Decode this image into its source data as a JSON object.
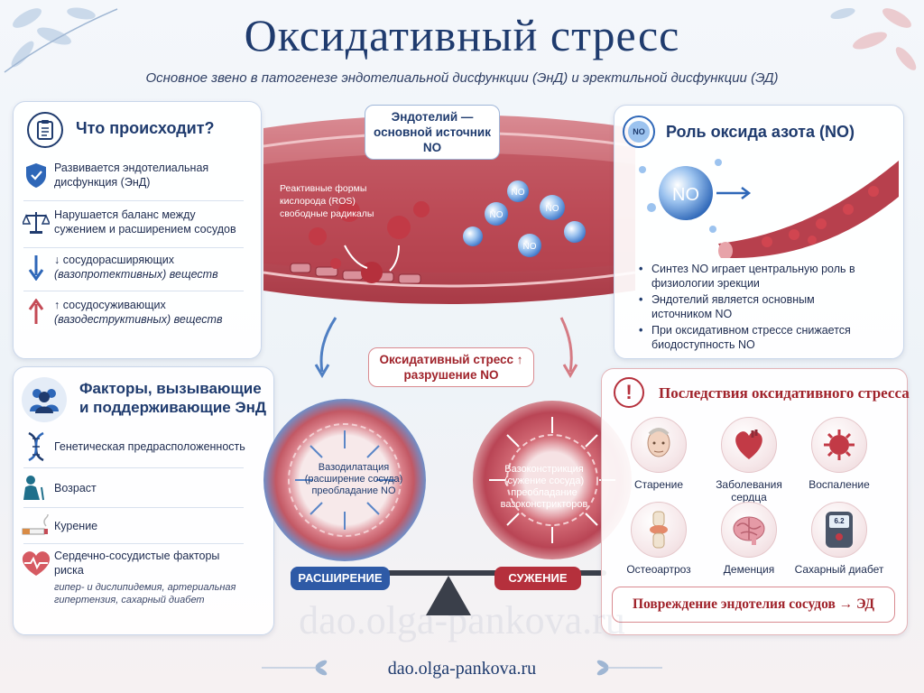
{
  "header": {
    "title": "Оксидативный стресс",
    "subtitle": "Основное звено в патогенезе эндотелиальной дисфункции (ЭнД) и эректильной дисфункции (ЭД)"
  },
  "what_happens": {
    "title": "Что происходит?",
    "items": [
      {
        "text": "Развивается эндотелиальная дисфункция (ЭнД)",
        "icon": "shield-icon"
      },
      {
        "text": "Нарушается баланс между сужением и расширением сосудов",
        "icon": "scales-icon"
      },
      {
        "prefix": "↓ сосудорасширяющих",
        "suffix": "(вазопротективных) веществ",
        "icon": "arrow-down-icon"
      },
      {
        "prefix": "↑ сосудосуживающих",
        "suffix": "(вазодеструктивных) веществ",
        "icon": "arrow-up-icon"
      }
    ]
  },
  "factors": {
    "title": "Факторы, вызывающие и поддерживающие ЭнД",
    "items": [
      {
        "text": "Генетическая предрасположенность",
        "icon": "dna-icon"
      },
      {
        "text": "Возраст",
        "icon": "elderly-person-icon"
      },
      {
        "text": "Курение",
        "icon": "cigarette-icon"
      },
      {
        "text": "Сердечно-сосудистые факторы риска",
        "note": "гипер- и дислипидемия, артериальная гипертензия, сахарный диабет",
        "icon": "heart-pulse-icon"
      }
    ]
  },
  "center": {
    "endothelium_label": "Эндотелий — основной источник NO",
    "ros_label": "Реактивные формы кислорода (ROS) свободные радикалы",
    "no_molecule": "NO",
    "stress_label": "Оксидативный стресс ↑ разрушение NO",
    "vasodilation_text": "Вазодилатация (расширение сосуда) преобладание NO",
    "vasoconstriction_text": "Вазоконстрикция (сужение сосуда) преобладание вазоконстрикторов",
    "dilation_badge": "РАСШИРЕНИЕ",
    "constriction_badge": "СУЖЕНИЕ"
  },
  "no_role": {
    "title": "Роль оксида азота (NO)",
    "icon_label": "NO",
    "bubble_label": "NO",
    "bullets": [
      "Синтез NO играет центральную роль в физиологии эрекции",
      "Эндотелий является основным источником NO",
      "При оксидативном стрессе снижается биодоступность NO"
    ]
  },
  "consequences": {
    "title": "Последствия оксидативного стресса",
    "items": [
      {
        "label": "Старение",
        "icon": "aging-face-icon"
      },
      {
        "label": "Заболевания сердца",
        "icon": "heart-icon"
      },
      {
        "label": "Воспаление",
        "icon": "inflammation-cell-icon"
      },
      {
        "label": "Остеоартроз",
        "icon": "knee-joint-icon"
      },
      {
        "label": "Деменция",
        "icon": "brain-icon"
      },
      {
        "label": "Сахарный диабет",
        "icon": "glucometer-icon",
        "meter_value": "6.2"
      }
    ],
    "conclusion": "Повреждение эндотелия сосудов → ЭД"
  },
  "footer": {
    "site": "dao.olga-pankova.ru",
    "watermark": "dao.olga-pankova.ru"
  },
  "colors": {
    "navy": "#1f3b6e",
    "red": "#a0232b",
    "blue_accent": "#2e67b8",
    "vessel_red": "#c44a55"
  }
}
